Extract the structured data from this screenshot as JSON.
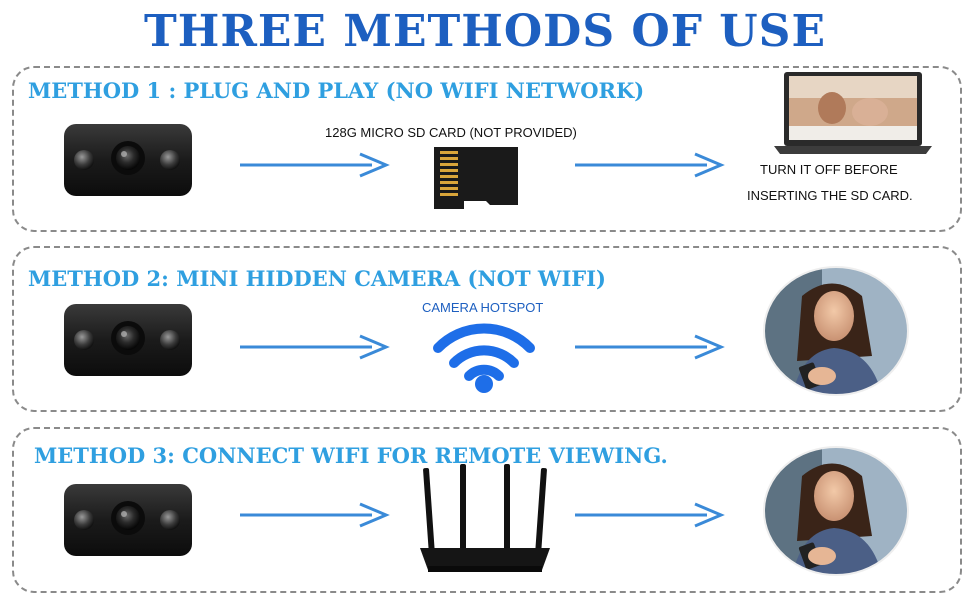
{
  "title": "THREE METHODS OF USE",
  "methods": [
    {
      "heading": "METHOD 1 : PLUG AND PLAY (NO WIFI NETWORK)",
      "middle_caption": "128G MICRO SD CARD (NOT PROVIDED)",
      "right_note_line1": "TURN IT OFF BEFORE",
      "right_note_line2": "INSERTING THE SD CARD."
    },
    {
      "heading": "METHOD 2: MINI HIDDEN CAMERA (NOT WIFI)",
      "middle_caption": "CAMERA HOTSPOT"
    },
    {
      "heading": "METHOD 3: CONNECT WIFI FOR REMOTE VIEWING."
    }
  ],
  "icons": {
    "camera": "mini-camera-icon",
    "sd_card": "micro-sd-card-icon",
    "laptop": "laptop-icon",
    "wifi": "wifi-hotspot-icon",
    "router": "router-icon",
    "phone_user": "person-with-phone-photo"
  },
  "colors": {
    "title": "#1d5fc0",
    "method_heading": "#2f9fe0",
    "arrow": "#3a8ad8"
  }
}
